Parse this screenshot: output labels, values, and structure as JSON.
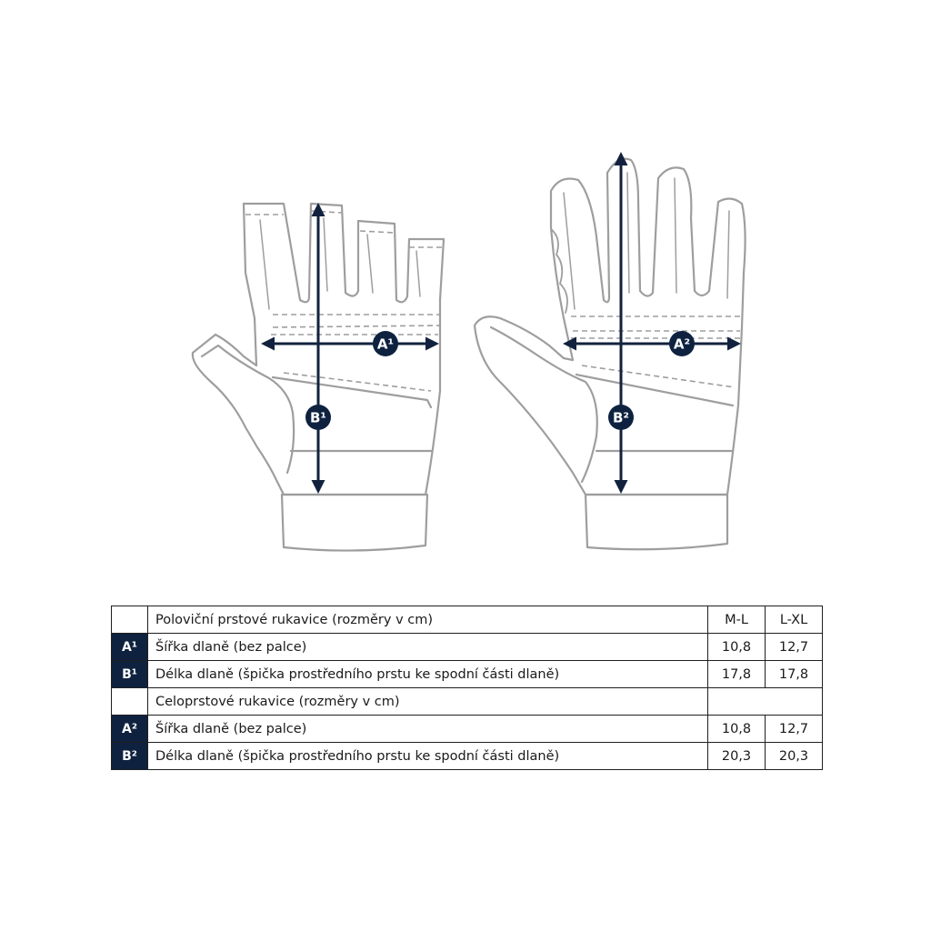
{
  "markers": {
    "a1": "A¹",
    "b1": "B¹",
    "a2": "A²",
    "b2": "B²"
  },
  "colors": {
    "glove_outline": "#9e9e9e",
    "arrow": "#12223e",
    "badge": "#0e2240"
  },
  "table": {
    "sections": [
      {
        "title": "Poloviční prstové rukavice (rozměry v cm)",
        "columns": [
          "M-L",
          "L-XL"
        ],
        "rows": [
          {
            "code": "A¹",
            "label": "Šířka dlaně (bez palce)",
            "values": [
              "10,8",
              "12,7"
            ]
          },
          {
            "code": "B¹",
            "label": "Délka dlaně (špička prostředního prstu ke spodní části dlaně)",
            "values": [
              "17,8",
              "17,8"
            ]
          }
        ]
      },
      {
        "title": "Celoprstové rukavice (rozměry v cm)",
        "rows": [
          {
            "code": "A²",
            "label": "Šířka dlaně (bez palce)",
            "values": [
              "10,8",
              "12,7"
            ]
          },
          {
            "code": "B²",
            "label": "Délka dlaně (špička prostředního prstu ke spodní části dlaně)",
            "values": [
              "20,3",
              "20,3"
            ]
          }
        ]
      }
    ]
  }
}
